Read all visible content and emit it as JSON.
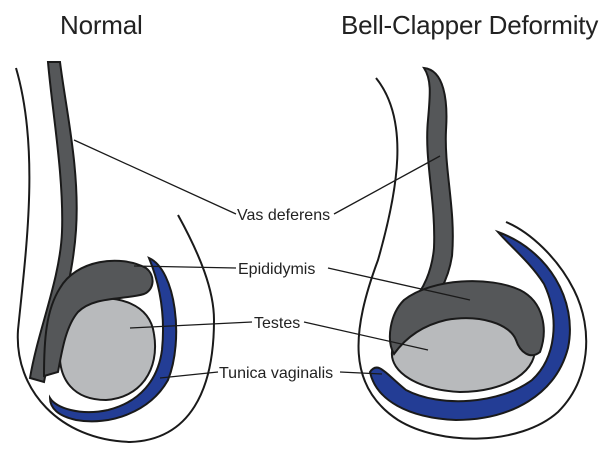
{
  "titles": {
    "left": "Normal",
    "right": "Bell-Clapper Deformity"
  },
  "labels": {
    "vas_deferens": "Vas deferens",
    "epididymis": "Epididymis",
    "testes": "Testes",
    "tunica_vaginalis": "Tunica vaginalis"
  },
  "colors": {
    "vas": "#555759",
    "epididymis": "#555759",
    "testis": "#b8babc",
    "tunica": "#233d95",
    "outline": "#1a1a1a",
    "leader": "#1a1a1a"
  }
}
